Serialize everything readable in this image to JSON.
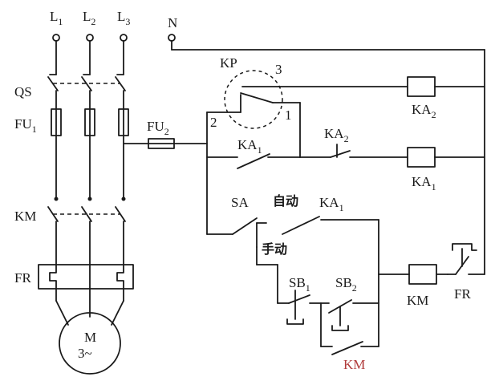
{
  "labels": {
    "L1": {
      "main": "L",
      "sub": "1"
    },
    "L2": {
      "main": "L",
      "sub": "2"
    },
    "L3": {
      "main": "L",
      "sub": "3"
    },
    "N": "N",
    "QS": "QS",
    "FU1": {
      "main": "FU",
      "sub": "1"
    },
    "FU2": {
      "main": "FU",
      "sub": "2"
    },
    "KM_main": "KM",
    "FR_main": "FR",
    "motor": "M",
    "motor_sub": "3~",
    "KP": "KP",
    "kp_1": "1",
    "kp_2": "2",
    "kp_3": "3",
    "KA2_coil": {
      "main": "KA",
      "sub": "2"
    },
    "KA1_coil": {
      "main": "KA",
      "sub": "1"
    },
    "KA1_contact": {
      "main": "KA",
      "sub": "1"
    },
    "KA2_contact": {
      "main": "KA",
      "sub": "2"
    },
    "SA": "SA",
    "auto": "自动",
    "KA1_sa": {
      "main": "KA",
      "sub": "1"
    },
    "manual": "手动",
    "SB1": {
      "main": "SB",
      "sub": "1"
    },
    "SB2": {
      "main": "SB",
      "sub": "2"
    },
    "KM_coil": "KM",
    "FR_contact": "FR",
    "KM_hold": "KM"
  },
  "colors": {
    "line": "#1a1a1a",
    "km_hold_label": "#b03a3a"
  }
}
